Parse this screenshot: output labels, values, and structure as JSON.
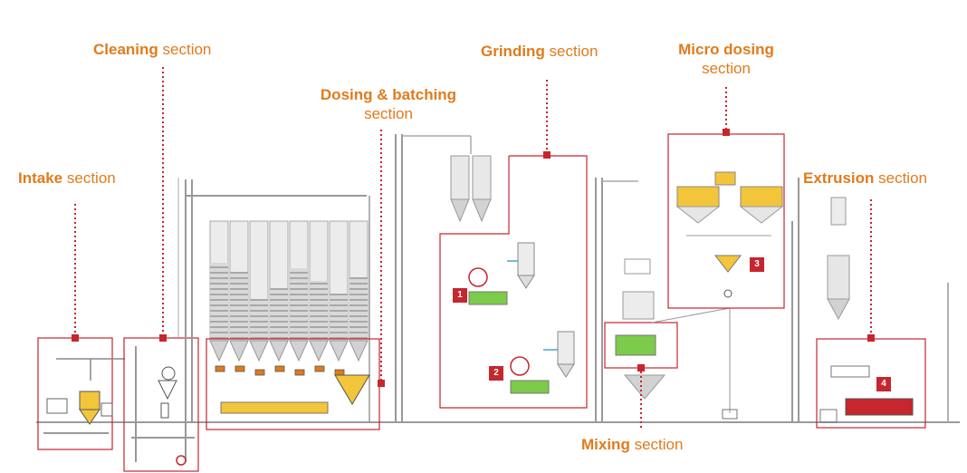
{
  "colors": {
    "accent": "#e07b1d",
    "red": "#c6262e",
    "line": "#9a9a9a",
    "silo": "#d8d8d8",
    "fill_yellow": "#f3c53a",
    "fill_green": "#7ccb4b"
  },
  "sections": {
    "intake": {
      "name": "Intake",
      "suffix": " section"
    },
    "cleaning": {
      "name": "Cleaning",
      "suffix": " section"
    },
    "dosing": {
      "name": "Dosing & batching",
      "suffix": "section"
    },
    "grinding": {
      "name": "Grinding",
      "suffix": " section"
    },
    "micro": {
      "name": "Micro dosing",
      "suffix": "section"
    },
    "extrusion": {
      "name": "Extrusion",
      "suffix": " section"
    },
    "mixing": {
      "name": "Mixing",
      "suffix": " section"
    }
  },
  "badges": [
    "1",
    "2",
    "3",
    "4"
  ]
}
